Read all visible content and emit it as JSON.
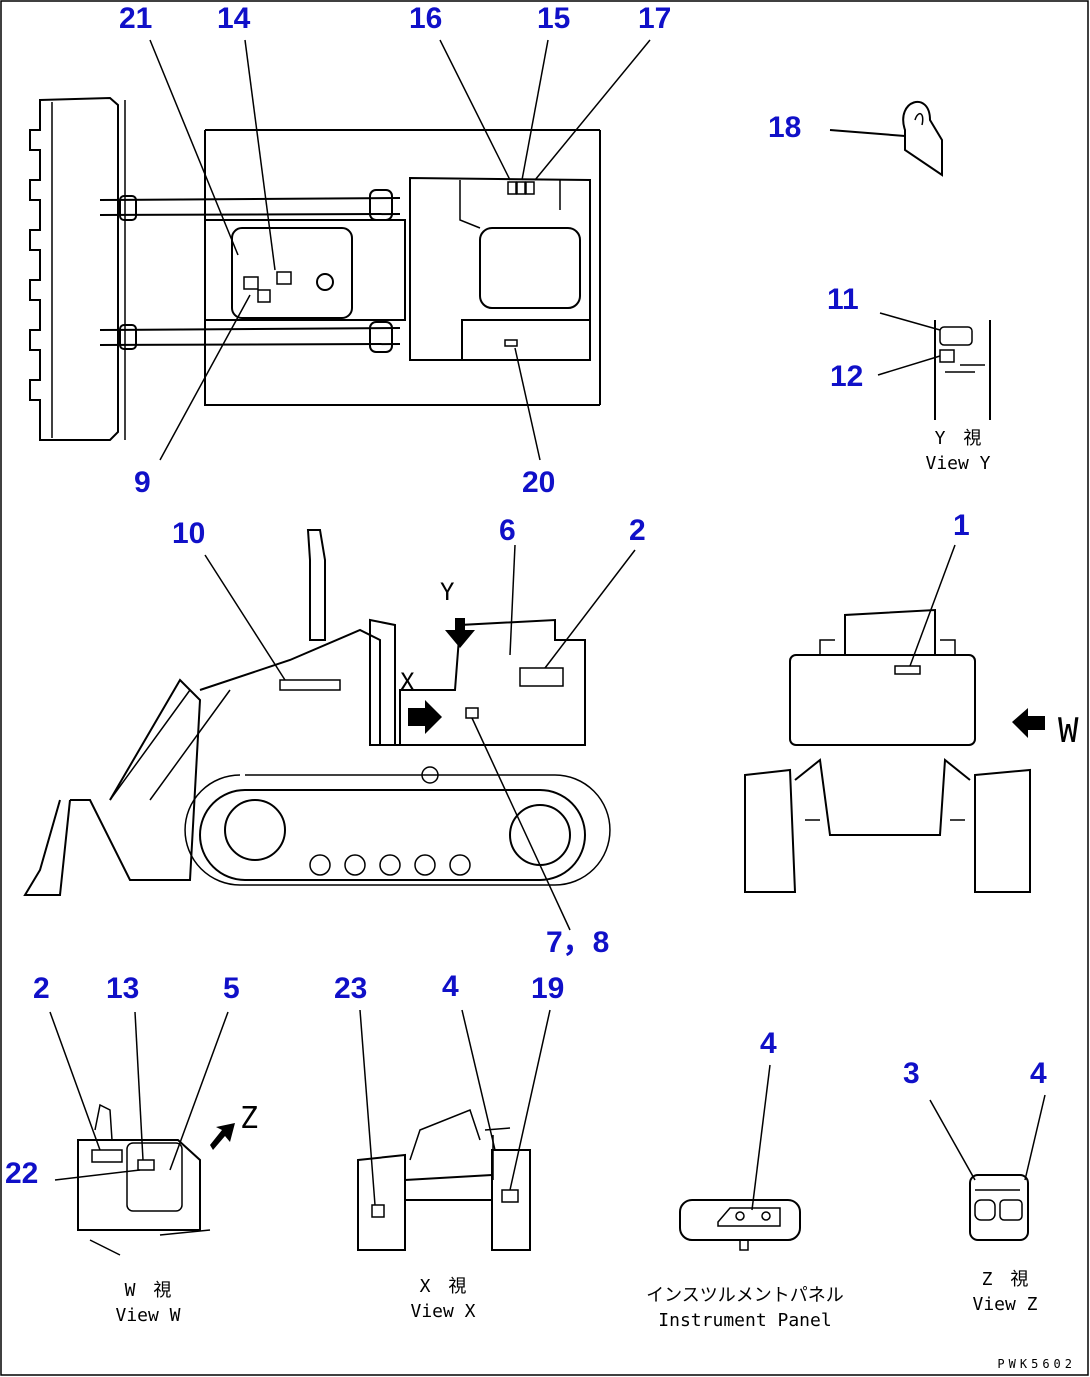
{
  "callouts": {
    "c21": "21",
    "c14": "14",
    "c16": "16",
    "c15": "15",
    "c17": "17",
    "c18": "18",
    "c9": "9",
    "c20": "20",
    "c11": "11",
    "c12": "12",
    "c10": "10",
    "c6": "6",
    "c2a": "2",
    "c1": "1",
    "c78": "7，8",
    "c2b": "2",
    "c13": "13",
    "c5": "5",
    "c22": "22",
    "c23": "23",
    "c4a": "4",
    "c19": "19",
    "c4b": "4",
    "c3": "3",
    "c4c": "4"
  },
  "arrow_letters": {
    "y": "Y",
    "x": "X",
    "w": "W",
    "z": "Z"
  },
  "captions": {
    "view_y_jp": "Y　視",
    "view_y": "View Y",
    "view_w_jp": "W　視",
    "view_w": "View W",
    "view_x_jp": "X　視",
    "view_x": "View X",
    "panel_jp": "インスツルメントパネル",
    "panel": "Instrument Panel",
    "view_z_jp": "Z　視",
    "view_z": "View Z"
  },
  "drawing_number": "PWK5602"
}
